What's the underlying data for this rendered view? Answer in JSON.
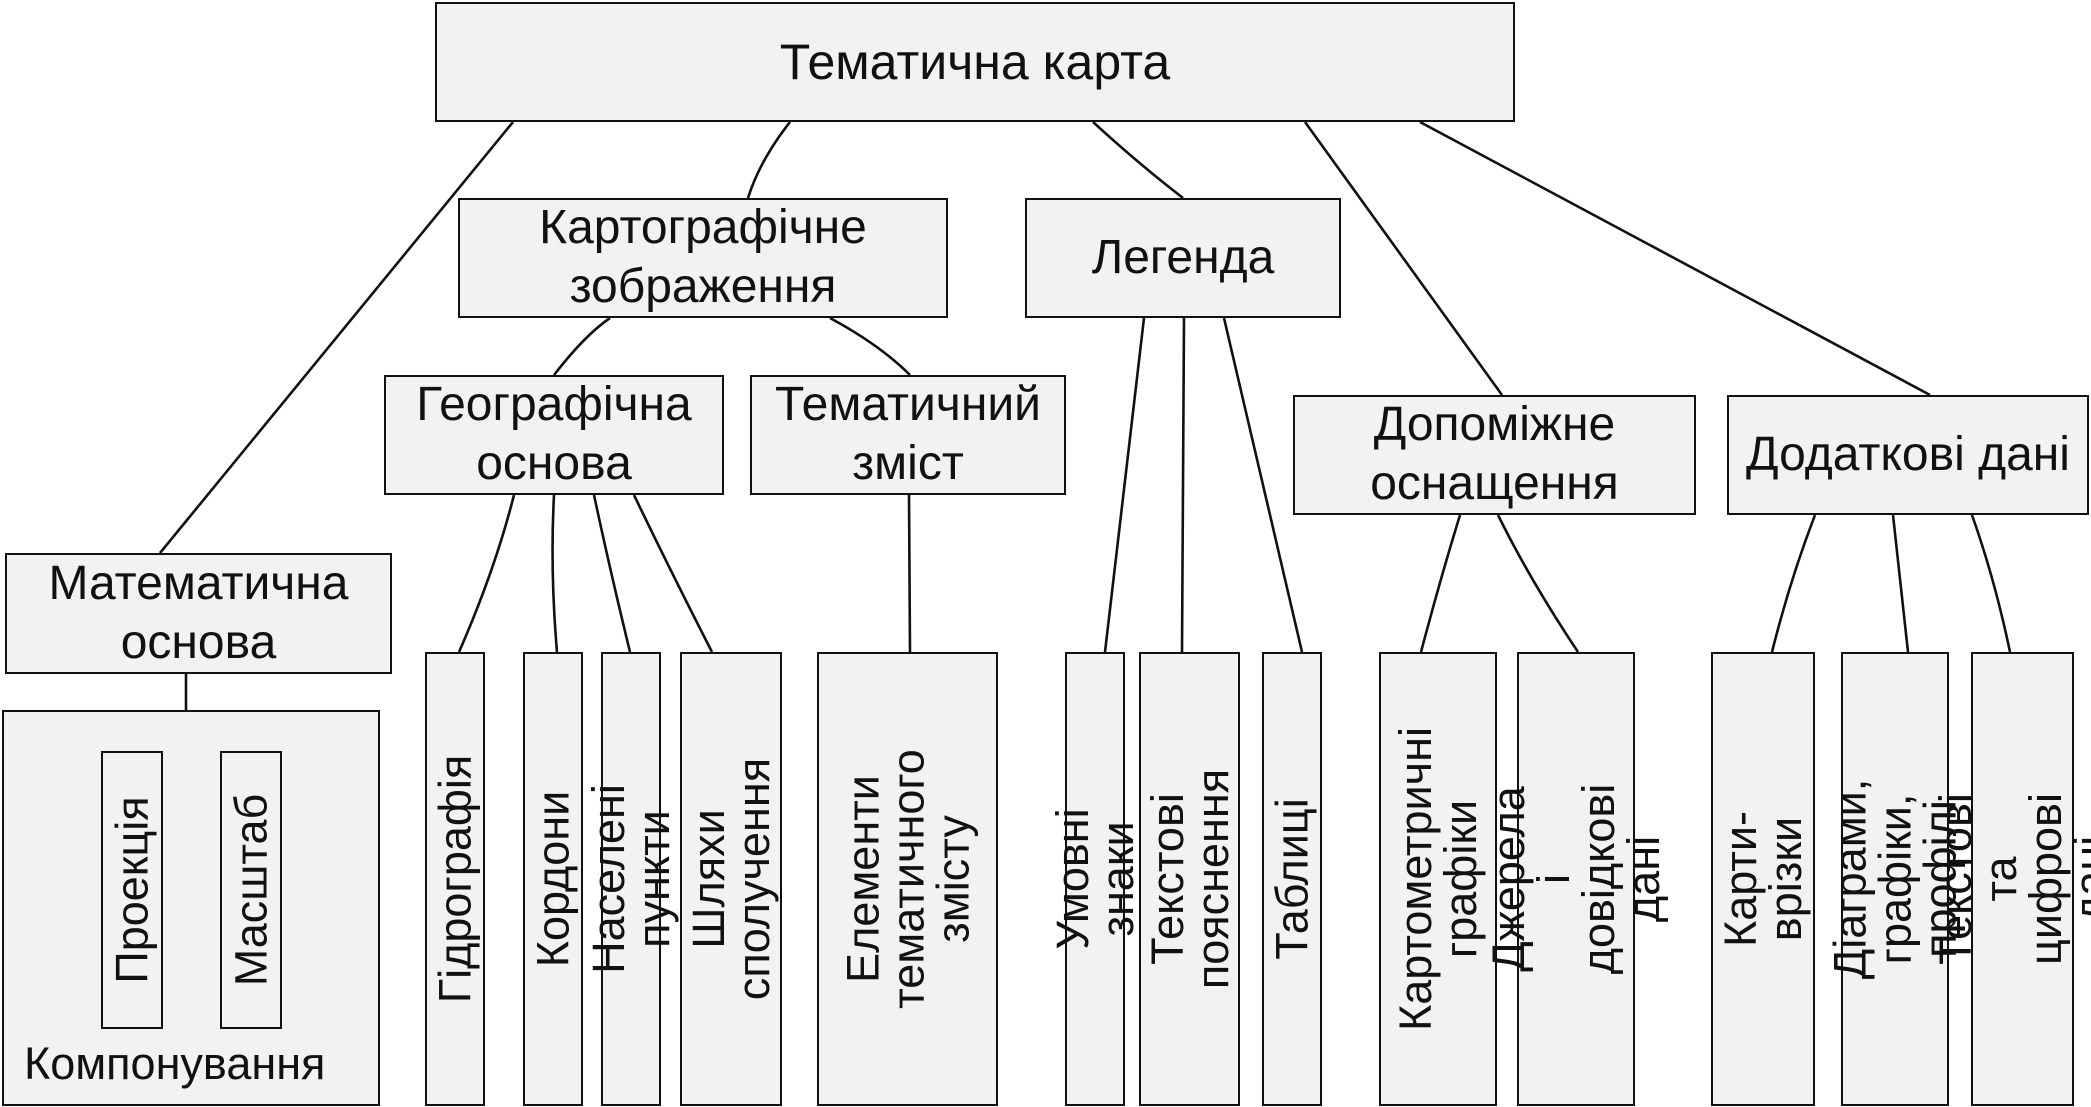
{
  "diagram": {
    "root": "Тематична карта",
    "level2": {
      "cartographic_image": "Картографічне\nзображення",
      "legend": "Легенда",
      "auxiliary_equipment": "Допоміжне\nоснащення",
      "additional_data": "Додаткові дані",
      "math_basis": "Математична\nоснова"
    },
    "level3": {
      "geo_basis": "Географічна\nоснова",
      "thematic_content": "Тематичний\nзміст"
    },
    "layout_box": {
      "label": "Компонування",
      "projection": "Проекція",
      "scale": "Масштаб"
    },
    "leaves": {
      "hydrography": "Гідрографія",
      "borders": "Кордони",
      "settlements": "Населені пункти",
      "transport": "Шляхи\nсполучення",
      "thematic_elements": "Елементи\nтематичного\nзмісту",
      "symbols": "Умовні знаки",
      "text_explanations": "Текстові\nпояснення",
      "tables": "Таблиці",
      "cartometric_graphs": "Картометричні\nграфіки",
      "sources_reference": "Джерела і\nдовідкові дані",
      "inset_maps": "Карти-врізки",
      "diagrams_graphs": "Діаграми, графіки,\nпрофілі",
      "text_numeric": "Текстові та цифрові\nдані"
    }
  }
}
